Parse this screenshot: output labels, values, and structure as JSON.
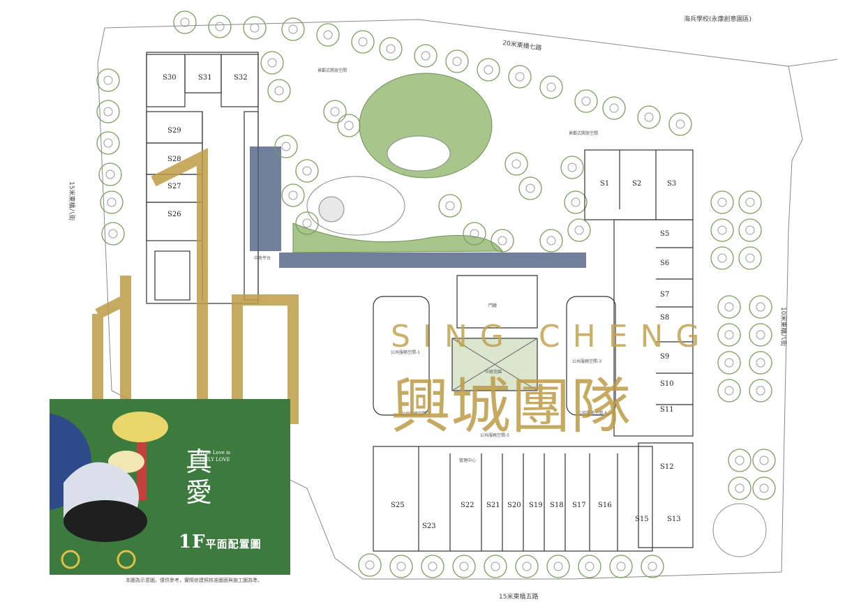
{
  "roads": {
    "north": "20米東橋七路",
    "west": "15米東橋八街",
    "east": "10米東橋八街",
    "south": "15米東橋五路",
    "school": "海兵學校(永康創意園區)"
  },
  "garden_labels": {
    "pavilion_a": "景觀式開放空間",
    "pavilion_b": "景觀式開放空間",
    "central": "中庭花園",
    "lobby": "門廳",
    "plaza": "中央平台"
  },
  "public_halls": {
    "h1": "公共服務空間-1",
    "h2": "公共服務空間-2",
    "h3": "公共服務空間-3",
    "h4": "公共服務空間-4",
    "h5": "公共服務空間-5",
    "mgmt": "管理中心"
  },
  "units_nw": [
    "S30",
    "S31",
    "S32",
    "S29",
    "S28",
    "S27",
    "S26"
  ],
  "units_ne": [
    "S1",
    "S2",
    "S3",
    "S5",
    "S6",
    "S7",
    "S8",
    "S9",
    "S10",
    "S11",
    "S12",
    "S13",
    "S15"
  ],
  "units_south": [
    "S25",
    "S23",
    "S22",
    "S21",
    "S20",
    "S19",
    "S18",
    "S17",
    "S16"
  ],
  "watermark": {
    "latin": "SING CHENG",
    "cjk": "興城團隊"
  },
  "poster": {
    "brand": "真愛",
    "tagline_1": "True Love is",
    "tagline_2": "ONLY LOVE",
    "title_big": "1F",
    "title_small": "平面配置圖"
  },
  "disclaimer": "本圖為示意圖，僅供參考，實際依建照核准圖面與施工圖為準。",
  "colors": {
    "tree": "#7a9e5e",
    "lawn": "#a8c68c",
    "pavement": "#4d5f85",
    "gold": "#bd9c47",
    "poster": "#3c7a3e"
  }
}
